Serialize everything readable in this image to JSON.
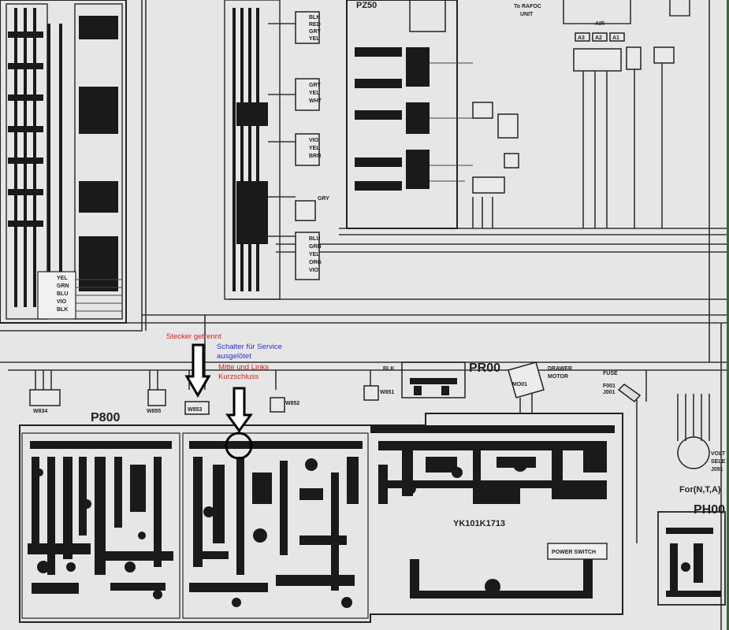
{
  "labels": {
    "p800": "P800",
    "pr00": "PR00",
    "ph00": "PH00",
    "pz50": "PZ50",
    "drawer_motor_1": "DRAWER",
    "drawer_motor_2": "MOTOR",
    "mo01": "MO01",
    "fuse": "FUSE",
    "f001": "F001",
    "j001": "J001",
    "rafoc_1": "To RAFOC",
    "rafoc_2": "UNIT",
    "board_code": "YK101K1713",
    "power_switch": "POWER SWITCH",
    "voltage_1": "VOLT",
    "voltage_2": "SELE",
    "voltage_3": "J091",
    "for_nta": "For(N,T,A)",
    "w834": "W834",
    "w853": "W853",
    "w855": "W855",
    "w852": "W852",
    "w851": "W851",
    "blk": "BLK",
    "brn": "BRN",
    "gry": "GRY",
    "yel": "YEL",
    "grn": "GRN",
    "blu": "BLU",
    "vio": "VIO",
    "wht": "WHT",
    "org": "ORG",
    "red": "RED",
    "airdots": "AIR",
    "ic_a": "A3",
    "ic_b": "A2",
    "ic_c": "A1"
  },
  "annotations": {
    "stecker": "Stecker getrennt",
    "schalter_1": "Schalter für Service",
    "schalter_2": "ausgelötet",
    "mitte_1": "Mitte und Links",
    "mitte_2": "Kurzschluss"
  },
  "colors": {
    "background": "#3c6b2e",
    "paper": "#e6e6e6",
    "ink": "#1a1a1a",
    "annotation_red": "#d21f1f",
    "annotation_blue": "#2c2ec9"
  }
}
